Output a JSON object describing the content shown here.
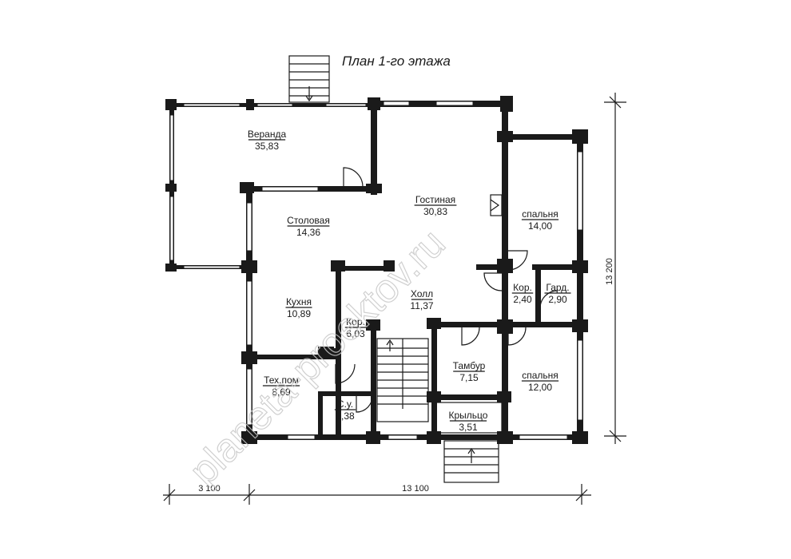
{
  "title": "План 1-го этажа",
  "watermark": "planeta-proektov.ru",
  "rooms": [
    {
      "id": "veranda",
      "name": "Веранда",
      "area": "35,83"
    },
    {
      "id": "stolovaya",
      "name": "Столовая",
      "area": "14,36"
    },
    {
      "id": "gostinaya",
      "name": "Гостиная",
      "area": "30,83"
    },
    {
      "id": "spalnya-1",
      "name": "спальня",
      "area": "14,00"
    },
    {
      "id": "kuhnya",
      "name": "Кухня",
      "area": "10,89"
    },
    {
      "id": "holl",
      "name": "Холл",
      "area": "11,37"
    },
    {
      "id": "kor-1",
      "name": "Кор.",
      "area": "6,03"
    },
    {
      "id": "kor-2",
      "name": "Кор.",
      "area": "2,40"
    },
    {
      "id": "gard",
      "name": "Гард.",
      "area": "2,90"
    },
    {
      "id": "tambur",
      "name": "Тамбур",
      "area": "7,15"
    },
    {
      "id": "spalnya-2",
      "name": "спальня",
      "area": "12,00"
    },
    {
      "id": "tehpom",
      "name": "Тех.пом",
      "area": "8,69"
    },
    {
      "id": "su",
      "name": "С.у.",
      "area": "3,38"
    },
    {
      "id": "krylco",
      "name": "Крыльцо",
      "area": "3,51"
    }
  ],
  "dimensions": {
    "left_width": "3 100",
    "main_width": "13 100",
    "height": "13 200"
  }
}
